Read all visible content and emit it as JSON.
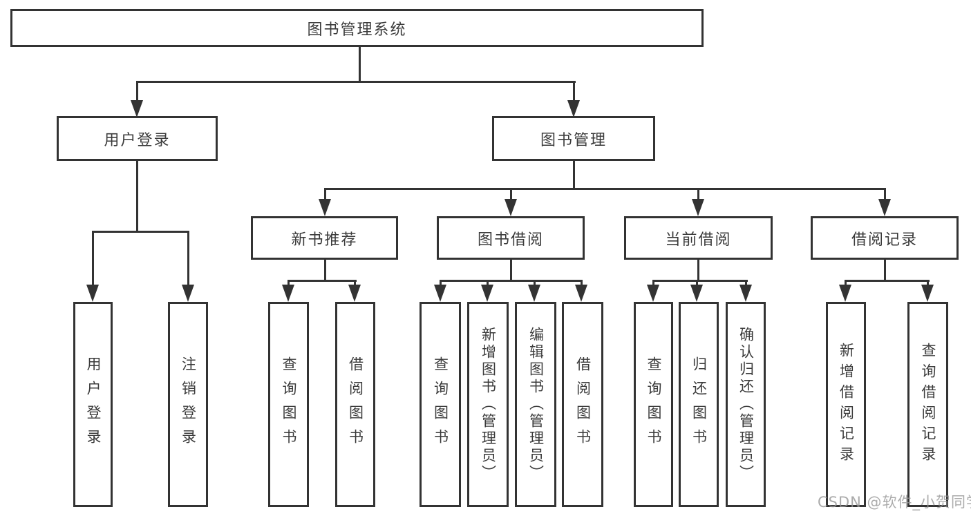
{
  "tree": {
    "root": {
      "label": "图书管理系统"
    },
    "user_branch": {
      "label": "用户登录",
      "children": [
        {
          "label": "用户登录"
        },
        {
          "label": "注销登录"
        }
      ]
    },
    "book_branch": {
      "label": "图书管理",
      "sections": [
        {
          "label": "新书推荐",
          "children": [
            {
              "label": "查询图书"
            },
            {
              "label": "借阅图书"
            }
          ]
        },
        {
          "label": "图书借阅",
          "children": [
            {
              "label": "查询图书"
            },
            {
              "label": "新增图书（管理员）"
            },
            {
              "label": "编辑图书（管理员）"
            },
            {
              "label": "借阅图书"
            }
          ]
        },
        {
          "label": "当前借阅",
          "children": [
            {
              "label": "查询图书"
            },
            {
              "label": "归还图书"
            },
            {
              "label": "确认归还（管理员）"
            }
          ]
        },
        {
          "label": "借阅记录",
          "children": [
            {
              "label": "新增借阅记录"
            },
            {
              "label": "查询借阅记录"
            }
          ]
        }
      ]
    }
  },
  "watermark": {
    "text": "CSDN @软件_小贺同学",
    "color": "#969696"
  },
  "colors": {
    "background": "#ffffff",
    "line": "#333333",
    "text": "#3b3b3b",
    "box_fill": "#ffffff"
  }
}
